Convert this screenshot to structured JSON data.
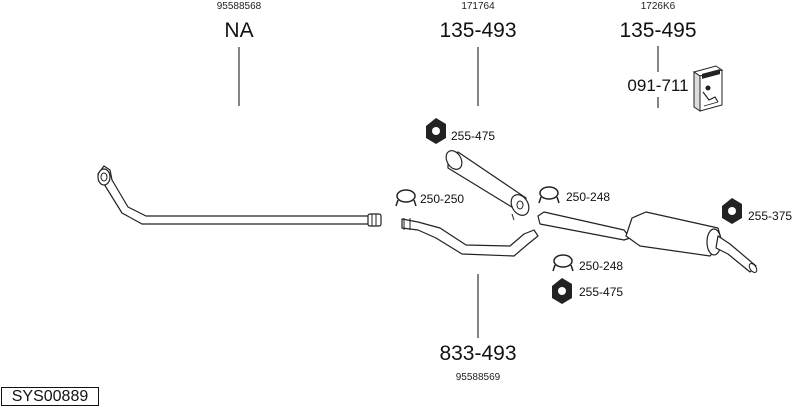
{
  "refs": {
    "ref_1": "95588568",
    "ref_2": "171764",
    "ref_3": "1726K6",
    "ref_4": "95588569"
  },
  "parts": {
    "front_pipe": "NA",
    "middle_silencer": "135-493",
    "rear_silencer": "135-495",
    "mounting_kit": "091-711",
    "rear_pipe": "833-493",
    "hanger_middle": "255-475",
    "clamp_front": "250-250",
    "clamp_middle": "250-248",
    "hanger_rear": "255-375",
    "clamp_lower": "250-248",
    "hanger_lower": "255-475"
  },
  "diagram_code": "SYS00889"
}
